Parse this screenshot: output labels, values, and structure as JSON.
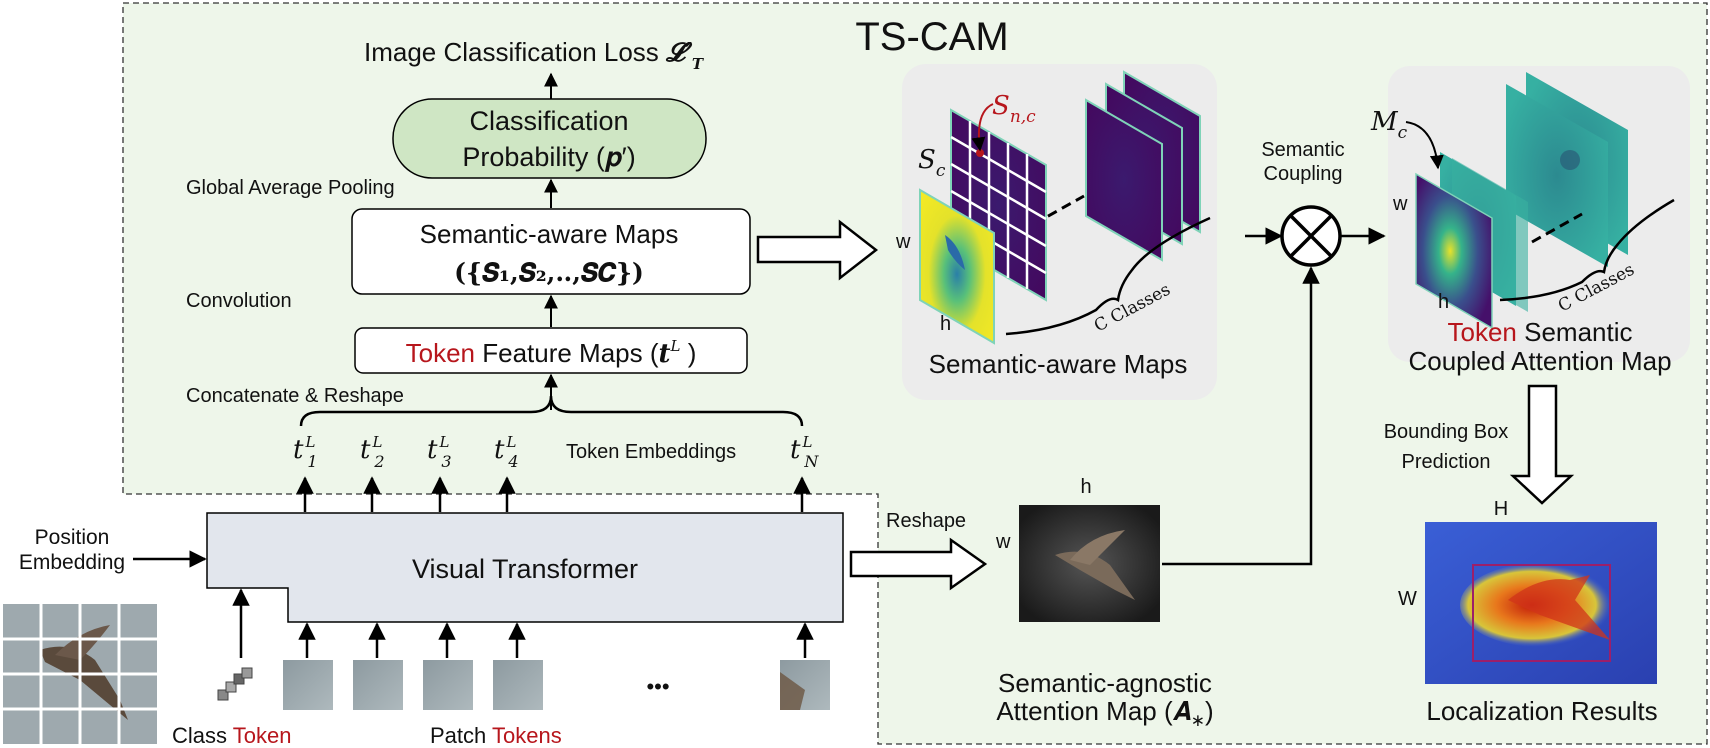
{
  "title": "TS-CAM",
  "loss_label": "Image Classification Loss",
  "loss_symbol": "𝓛′",
  "loss_subscript": "T",
  "classification": {
    "line1": "Classification",
    "line2": "Probability (𝒑′)"
  },
  "gap_label": "Global Average Pooling",
  "semantic_maps_box": {
    "line1": "Semantic-aware Maps",
    "line2": "({𝑺₁,𝑺₂,‥,𝑺𝑪})"
  },
  "convolution_label": "Convolution",
  "token_feature": {
    "token_word": "Token",
    "rest": " Feature Maps (",
    "symbol": "𝒕",
    "sup": "L",
    "close": " )"
  },
  "concat_label": "Concatenate & Reshape",
  "token_embeddings": [
    "t",
    "t",
    "t",
    "t",
    "t"
  ],
  "token_subs": [
    "1",
    "2",
    "3",
    "4",
    "N"
  ],
  "token_embeddings_label": "Token Embeddings",
  "vit_label": "Visual Transformer",
  "position_embedding": {
    "line1": "Position",
    "line2": "Embedding"
  },
  "class_token": {
    "word1": "Class",
    "word2": "Token"
  },
  "patch_tokens": {
    "word1": "Patch",
    "word2": "Tokens"
  },
  "ellipsis": "•••",
  "reshape_label": "Reshape",
  "agnostic": {
    "line1": "Semantic-agnostic",
    "line2": "Attention Map (𝑨",
    "sub": "∗",
    "close": ")"
  },
  "sam_panel": {
    "caption": "Semantic-aware Maps",
    "s_nc": "S",
    "s_nc_sub": "n,c",
    "s_c": "S",
    "s_c_sub": "c",
    "w": "w",
    "h": "h",
    "classes": "C Classes"
  },
  "coupling": {
    "line1": "Semantic",
    "line2": "Coupling"
  },
  "coupled_panel": {
    "m_c": "M",
    "m_c_sub": "c",
    "w": "w",
    "h": "h",
    "classes": "C Classes",
    "token_word": "Token",
    "line1_rest": " Semantic",
    "line2": "Coupled Attention Map"
  },
  "bbox": {
    "line1": "Bounding Box",
    "line2": "Prediction"
  },
  "agn_dims": {
    "h": "h",
    "w": "w"
  },
  "loc_dims": {
    "H": "H",
    "W": "W"
  },
  "localization_label": "Localization Results",
  "colors": {
    "accent_red": "#b7161c",
    "green_bg": "#eef6ea",
    "class_fill": "#cfe6c4",
    "vit_fill": "#e2e6ed",
    "panel_gray": "#ececec"
  }
}
